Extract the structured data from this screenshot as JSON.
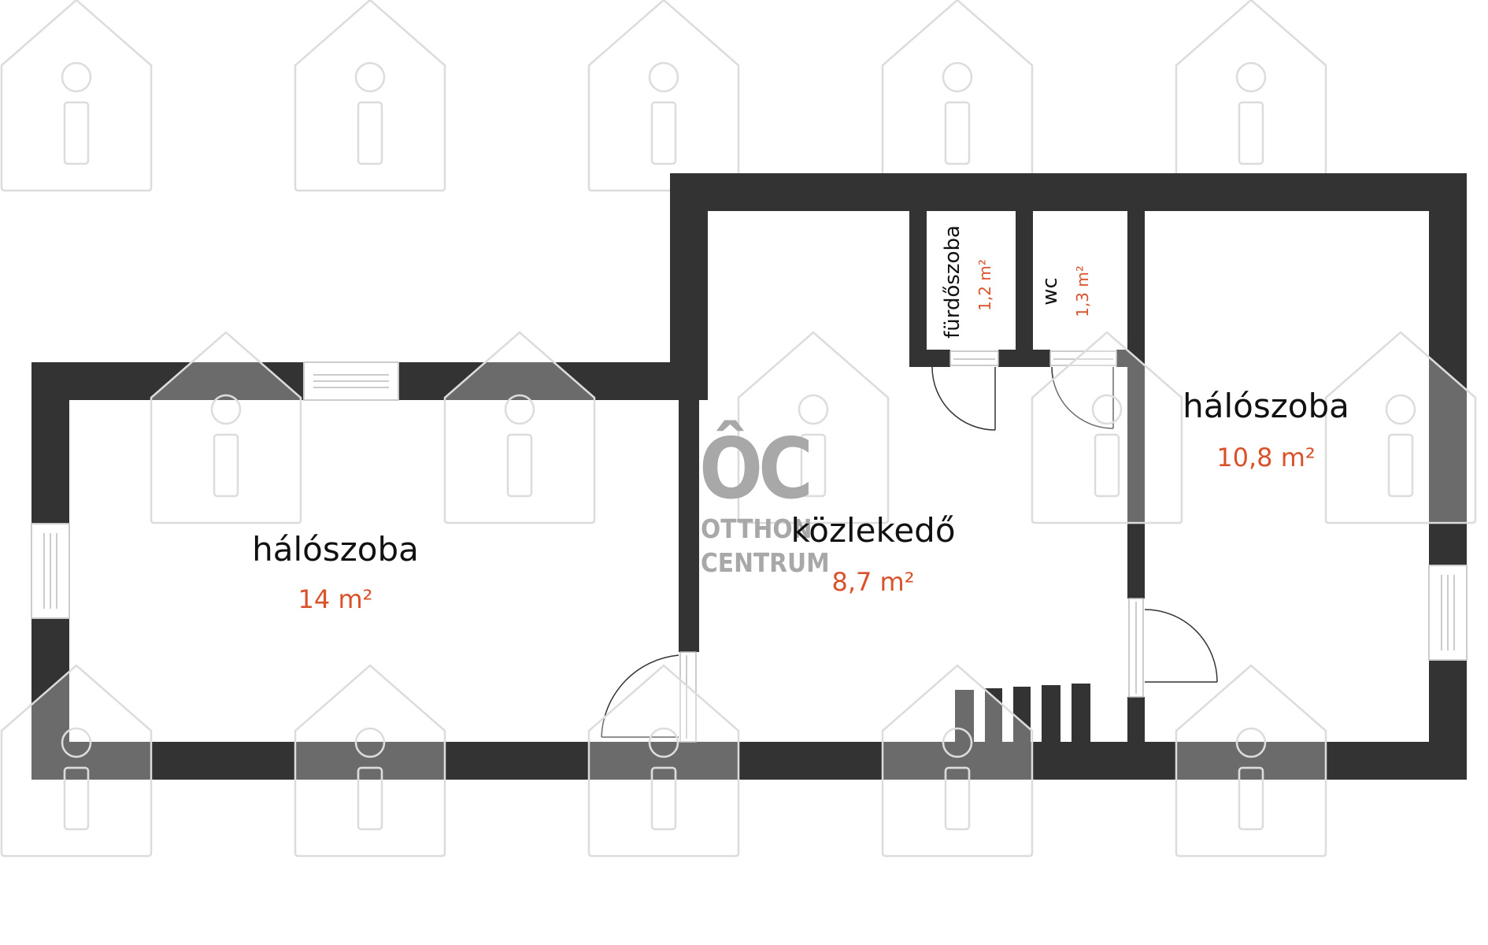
{
  "colors": {
    "wall": "#333333",
    "area_text": "#d9522b",
    "watermark": "#999999",
    "window_frame": "#cccccc"
  },
  "rooms": {
    "bedroom_left": {
      "name": "hálószoba",
      "area": "14 m²"
    },
    "hallway": {
      "name": "közlekedő",
      "area": "8,7 m²"
    },
    "bedroom_right": {
      "name": "hálószoba",
      "area": "10,8 m²"
    },
    "bathroom": {
      "name": "fürdőszoba",
      "area": "1,2 m²"
    },
    "wc": {
      "name": "wc",
      "area": "1,3 m²"
    }
  },
  "logo": {
    "mark": "ÔC",
    "line1": "OTTHON",
    "line2": "CENTRUM"
  },
  "icons": {
    "watermark": "house-info-icon",
    "door": "door-swing-icon",
    "window": "window-icon",
    "stairs": "stairs-icon"
  }
}
